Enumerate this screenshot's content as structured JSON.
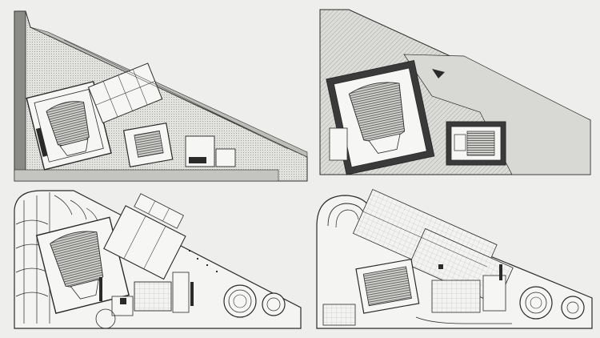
{
  "sheet": {
    "background": "#eeeeec",
    "ink": "#2a2a2a",
    "poche": "#d2d2cf"
  },
  "panels": [
    {
      "id": "plan-top-left",
      "label": ""
    },
    {
      "id": "plan-top-right",
      "label": ""
    },
    {
      "id": "plan-bottom-left",
      "label": ""
    },
    {
      "id": "plan-bottom-right",
      "label": ""
    }
  ]
}
